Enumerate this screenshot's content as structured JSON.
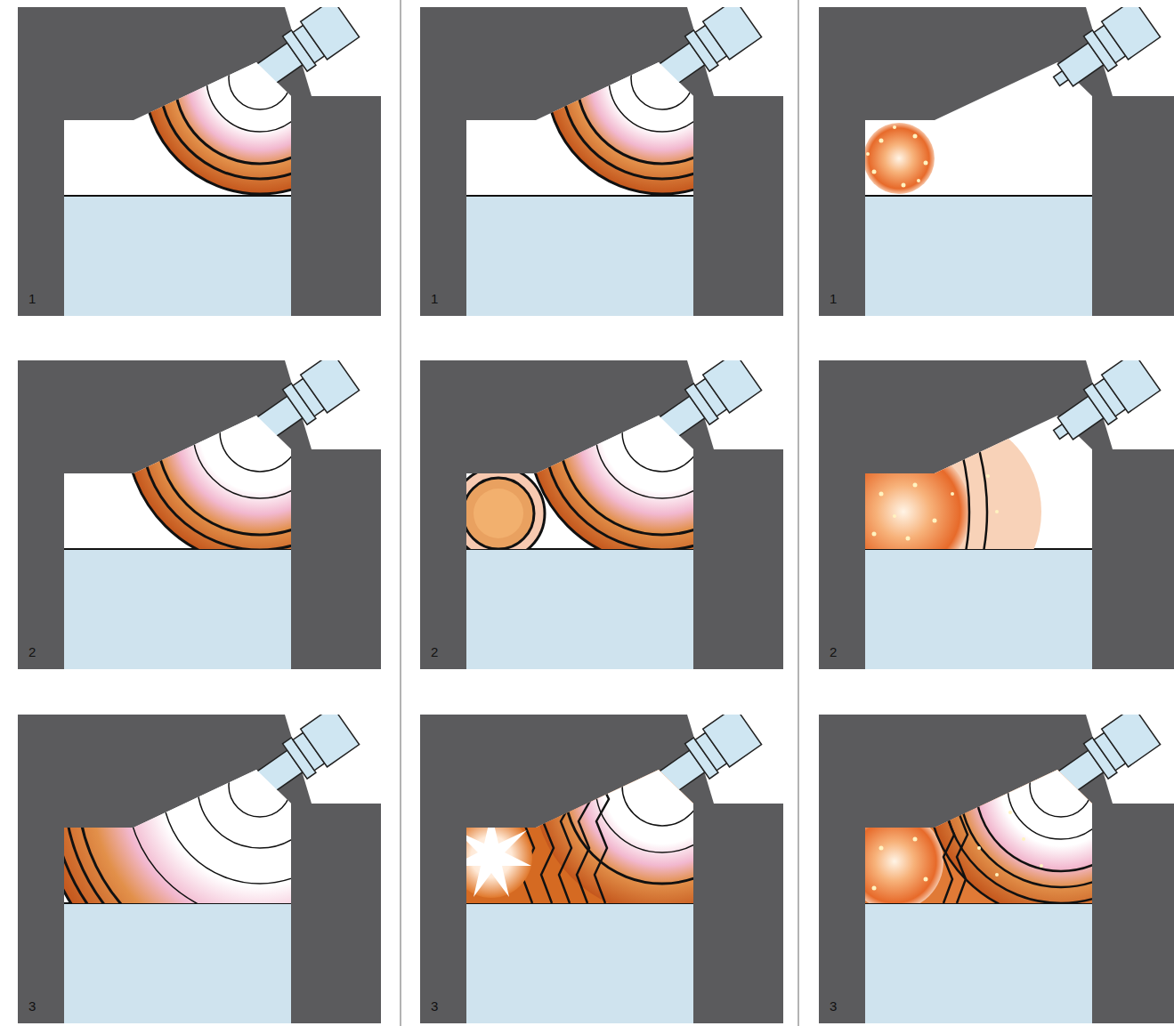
{
  "diagram": {
    "labels": [
      "1",
      "1",
      "1",
      "2",
      "2",
      "2",
      "3",
      "3",
      "3"
    ]
  }
}
